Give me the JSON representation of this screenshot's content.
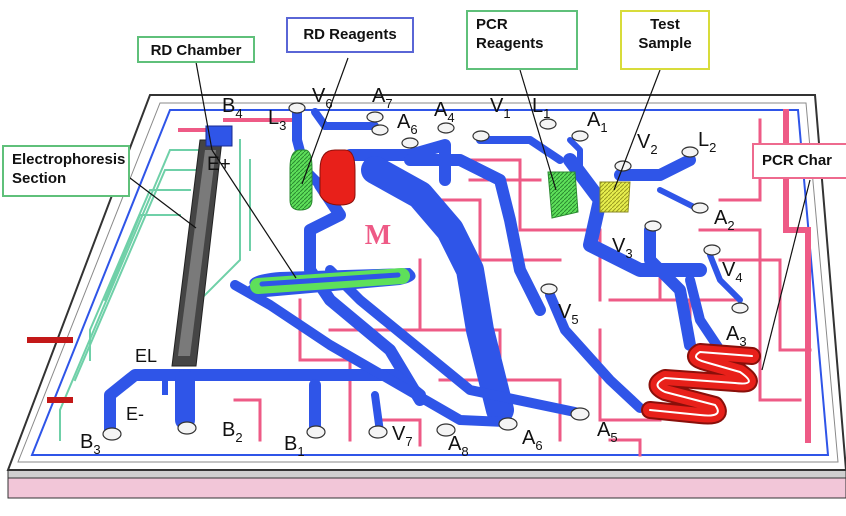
{
  "colors": {
    "channel_blue": "#2f55e8",
    "chamber_red": "#e8201a",
    "reagent_green": "#5ee05a",
    "sample_yellow": "#e7ef4e",
    "electrode_pink": "#ee5a86",
    "electrode_teal": "#6fd0a8",
    "callout_green": "#5fc07a",
    "callout_blue": "#5a66d6",
    "callout_yellow": "#d8dc3a",
    "callout_pink": "#ee6a8e"
  },
  "callouts": {
    "rd_chamber": "RD Chamber",
    "rd_reagents": "RD Reagents",
    "pcr_reagents": [
      "PCR",
      "Reagents"
    ],
    "test_sample": [
      "Test",
      "Sample"
    ],
    "electrophoresis": [
      "Electrophoresis",
      "Section"
    ],
    "pcr_chamber": "PCR Char"
  },
  "chip_mark": "M",
  "labels": {
    "B4": {
      "main": "B",
      "sub": "4"
    },
    "V6": {
      "main": "V",
      "sub": "6"
    },
    "A7": {
      "main": "A",
      "sub": "7"
    },
    "L3": {
      "main": "L",
      "sub": "3"
    },
    "A6_top": {
      "main": "A",
      "sub": "6"
    },
    "A4": {
      "main": "A",
      "sub": "4"
    },
    "V1": {
      "main": "V",
      "sub": "1"
    },
    "L1": {
      "main": "L",
      "sub": "1"
    },
    "A1": {
      "main": "A",
      "sub": "1"
    },
    "V2": {
      "main": "V",
      "sub": "2"
    },
    "L2": {
      "main": "L",
      "sub": "2"
    },
    "A2": {
      "main": "A",
      "sub": "2"
    },
    "V3": {
      "main": "V",
      "sub": "3"
    },
    "V4": {
      "main": "V",
      "sub": "4"
    },
    "V5": {
      "main": "V",
      "sub": "5"
    },
    "A3": {
      "main": "A",
      "sub": "3"
    },
    "E_plus": {
      "main": "E+",
      "sub": ""
    },
    "E_minus": {
      "main": "E-",
      "sub": ""
    },
    "EL": {
      "main": "EL",
      "sub": ""
    },
    "B3": {
      "main": "B",
      "sub": "3"
    },
    "B2": {
      "main": "B",
      "sub": "2"
    },
    "B1": {
      "main": "B",
      "sub": "1"
    },
    "V7": {
      "main": "V",
      "sub": "7"
    },
    "A8": {
      "main": "A",
      "sub": "8"
    },
    "A6_bottom": {
      "main": "A",
      "sub": "6"
    },
    "A5": {
      "main": "A",
      "sub": "5"
    }
  }
}
